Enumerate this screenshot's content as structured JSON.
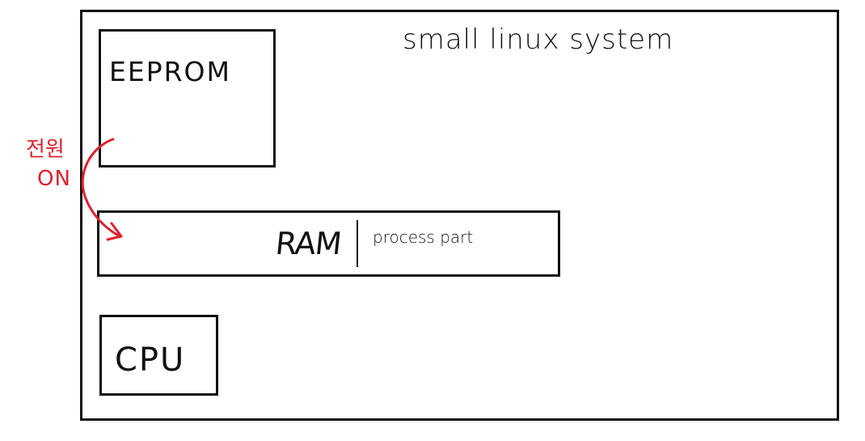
{
  "title": "small linux system",
  "blocks": {
    "eeprom": "EEPROM",
    "ram": "RAM",
    "ram_section": "process part",
    "cpu": "CPU"
  },
  "annotation": {
    "power": "전원",
    "on": "ON",
    "color": "#e0202e"
  },
  "line_color": "#111111"
}
